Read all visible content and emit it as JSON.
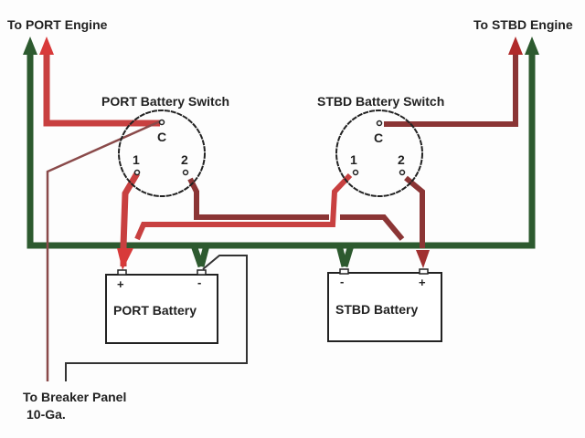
{
  "labels": {
    "port_engine": "To PORT Engine",
    "stbd_engine": "To STBD Engine",
    "port_switch": "PORT Battery Switch",
    "stbd_switch": "STBD Battery Switch",
    "port_battery": "PORT Battery",
    "stbd_battery": "STBD Battery",
    "breaker_panel": "To Breaker Panel",
    "gauge": "10-Ga."
  },
  "switch_terminals": {
    "common": "C",
    "one": "1",
    "two": "2"
  },
  "battery_terminals": {
    "positive": "+",
    "negative": "-"
  },
  "colors": {
    "positive_red": "#c84040",
    "positive_dark": "#8b3535",
    "ground_green": "#2d5a2f",
    "breaker_wire": "#8a4a4a",
    "outline": "#222222"
  }
}
